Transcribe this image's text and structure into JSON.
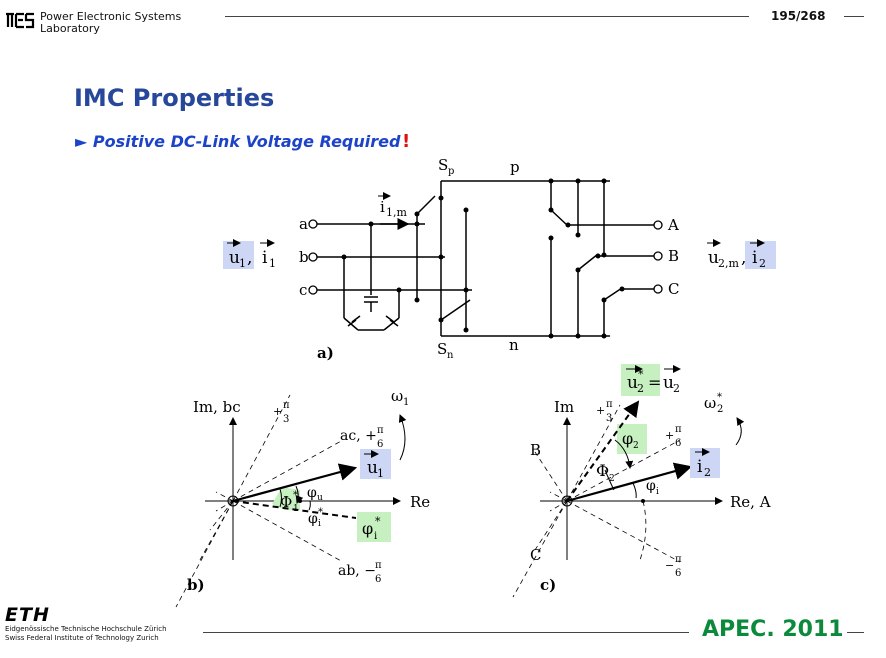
{
  "header": {
    "lab_line1": "Power Electronic Systems",
    "lab_line2": "Laboratory",
    "page": "195/268"
  },
  "title": "IMC Properties",
  "bullet": "► Positive DC-Link Voltage Required",
  "exclamation": "!",
  "fig_a": {
    "label": "a)",
    "Sp": "S",
    "Sp_sub": "p",
    "Sn": "S",
    "Sn_sub": "n",
    "p": "p",
    "n": "n",
    "a": "a",
    "b": "b",
    "c": "c",
    "A": "A",
    "B": "B",
    "C": "C",
    "i1m": "i",
    "i1m_sub": "1,m",
    "left_u": "u",
    "left_u_sub": "1",
    "left_i": "i",
    "left_i_sub": "1",
    "right_u": "u",
    "right_u_sub": "2,m",
    "right_i": "i",
    "right_i_sub": "2"
  },
  "fig_b": {
    "label": "b)",
    "im": "Im, bc",
    "re": "Re",
    "omega": "ω",
    "omega_sub": "1",
    "plus_pi3": "+",
    "pi": "π",
    "three": "3",
    "six": "6",
    "ac": "ac, +",
    "ab": "ab, −",
    "u1": "u",
    "u1_sub": "1",
    "phi_u": "φ",
    "phi_u_sub": "u",
    "Phi1": "Φ",
    "Phi1_sub": "1",
    "phi_i": "φ",
    "phi_i_sub": "i",
    "phi_i_box": "φ",
    "star": "*"
  },
  "fig_c": {
    "label": "c)",
    "im": "Im",
    "re": "Re, A",
    "B": "B",
    "C": "C",
    "omega": "ω",
    "omega_sub": "2",
    "star": "*",
    "plus_pi3": "+",
    "plus_pi6": "+",
    "minus_pi6": "−",
    "pi": "π",
    "three": "3",
    "six": "6",
    "u2star": "u",
    "u2_sub": "2",
    "eq": "=",
    "i2": "i",
    "i2_sub": "2",
    "phi_u": "φ",
    "Phi2": "Φ",
    "Phi2_sub": "2",
    "phi_i": "φ",
    "phi_i_sub": "i"
  },
  "footer": {
    "eth": "ETH",
    "eth_line1": "Eidgenössische Technische Hochschule Zürich",
    "eth_line2": "Swiss Federal Institute of Technology Zurich",
    "apec": "APEC. 2011"
  },
  "colors": {
    "title": "#27479a",
    "bullet": "#1d44c8",
    "exclamation": "#e01010",
    "blue_box": "#cdd6f5",
    "green_box": "#c7f0c0",
    "apec": "#0b8a3c"
  }
}
